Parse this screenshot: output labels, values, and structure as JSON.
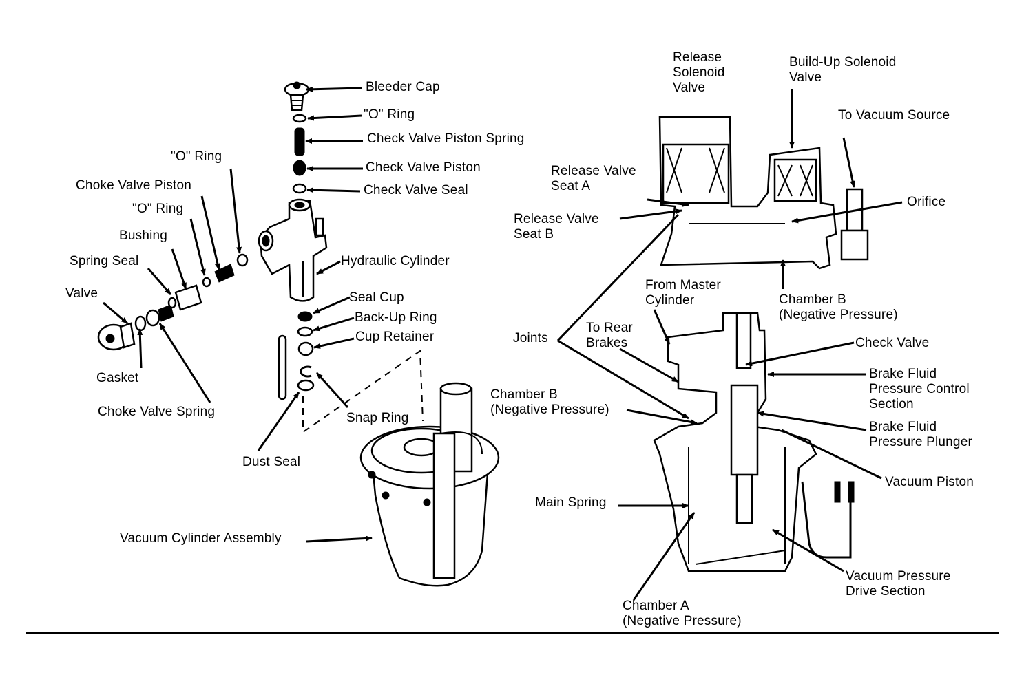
{
  "figure": {
    "title": "Exploded view and sectional view of vacuum-assisted brake fluid pressure control unit",
    "left_exploded_view": {
      "labels": {
        "bleeder_cap": "Bleeder Cap",
        "o_ring_top": "\"O\" Ring",
        "check_valve_piston_spring": "Check Valve Piston Spring",
        "check_valve_piston": "Check Valve Piston",
        "check_valve_seal": "Check Valve Seal",
        "o_ring_choke_outer": "\"O\" Ring",
        "choke_valve_piston": "Choke Valve Piston",
        "o_ring_choke_inner": "\"O\" Ring",
        "bushing": "Bushing",
        "spring_seal": "Spring Seal",
        "valve": "Valve",
        "gasket": "Gasket",
        "choke_valve_spring": "Choke Valve Spring",
        "hydraulic_cylinder": "Hydraulic Cylinder",
        "seal_cup": "Seal Cup",
        "back_up_ring": "Back-Up Ring",
        "cup_retainer": "Cup Retainer",
        "snap_ring": "Snap Ring",
        "dust_seal": "Dust Seal",
        "vacuum_cylinder_assembly": "Vacuum Cylinder Assembly"
      }
    },
    "right_section_view": {
      "labels": {
        "release_solenoid_valve": "Release\nSolenoid\nValve",
        "build_up_solenoid_valve": "Build-Up Solenoid\nValve",
        "to_vacuum_source": "To Vacuum Source",
        "release_valve_seat_a": "Release Valve\nSeat A",
        "release_valve_seat_b": "Release Valve\nSeat B",
        "orifice": "Orifice",
        "chamber_b_upper": "Chamber B\n(Negative Pressure)",
        "from_master_cylinder": "From Master\nCylinder",
        "to_rear_brakes": "To Rear\nBrakes",
        "joints": "Joints",
        "check_valve": "Check Valve",
        "brake_fluid_pressure_control_section": "Brake Fluid\nPressure Control\nSection",
        "chamber_b_lower": "Chamber B\n(Negative Pressure)",
        "brake_fluid_pressure_plunger": "Brake Fluid\nPressure Plunger",
        "vacuum_piston": "Vacuum Piston",
        "main_spring": "Main Spring",
        "vacuum_pressure_drive_section": "Vacuum Pressure\nDrive Section",
        "chamber_a": "Chamber A\n(Negative Pressure)"
      }
    }
  }
}
